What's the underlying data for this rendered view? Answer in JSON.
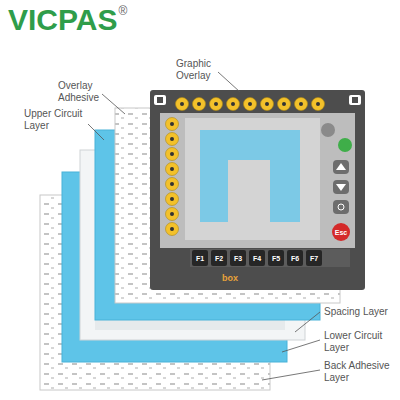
{
  "diagram": {
    "nodes": [
      {
        "text": [
          "F1"
        ]
      },
      {
        "text": [
          "F2"
        ]
      },
      {
        "text": [
          "F3"
        ]
      },
      {
        "text": [
          "F4"
        ]
      },
      {
        "text": [
          "F5"
        ]
      },
      {
        "text": [
          "F6"
        ]
      },
      {
        "text": [
          "F7"
        ]
      },
      {
        "text": [
          "Esc"
        ]
      }
    ],
    "labels": [
      "VICPAS",
      "®",
      "Graphic Overlay",
      "Overlay Adhesive",
      "Upper Circuit Layer",
      "Spacing Layer",
      "Lower Circuit Layer",
      "Back Adhesive Layer",
      "box"
    ]
  }
}
